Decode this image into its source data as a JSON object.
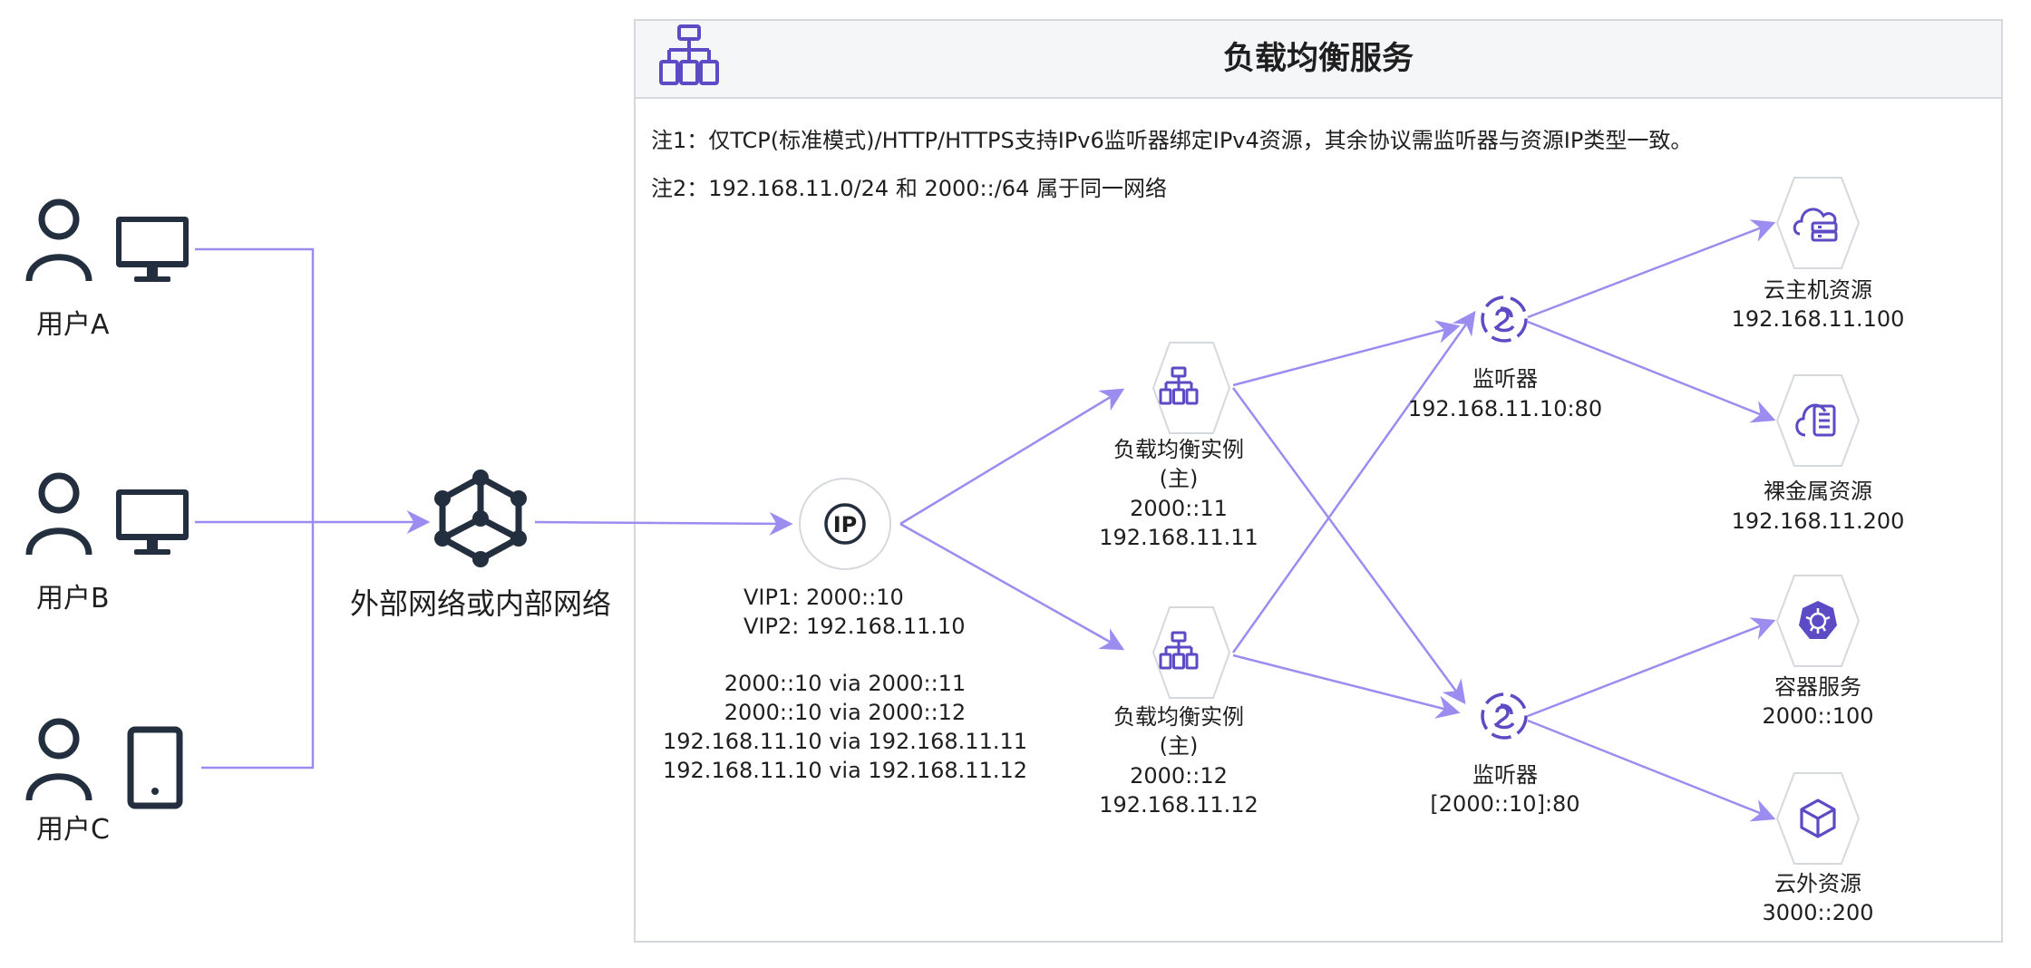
{
  "colors": {
    "accent": "#9b8cf0",
    "icon_dark": "#232f3e",
    "icon_purple": "#5b4bc4",
    "panel_border": "#d5d9de",
    "panel_header_bg": "#f5f6f8"
  },
  "panel": {
    "title": "负载均衡服务",
    "note1": "注1：仅TCP(标准模式)/HTTP/HTTPS支持IPv6监听器绑定IPv4资源，其余协议需监听器与资源IP类型一致。",
    "note2": "注2：192.168.11.0/24 和 2000::/64 属于同一网络"
  },
  "users": [
    {
      "label": "用户A",
      "device": "monitor-icon"
    },
    {
      "label": "用户B",
      "device": "monitor-icon"
    },
    {
      "label": "用户C",
      "device": "tablet-icon"
    }
  ],
  "network": {
    "label": "外部网络或内部网络",
    "icon": "network-cube-icon"
  },
  "vip": {
    "icon_text": "IP",
    "lines": [
      "VIP1: 2000::10",
      "VIP2: 192.168.11.10"
    ],
    "routes": [
      "2000::10 via 2000::11",
      "2000::10 via 2000::12",
      "192.168.11.10 via 192.168.11.11",
      "192.168.11.10 via 192.168.11.12"
    ]
  },
  "lb_instances": [
    {
      "lines": [
        "负载均衡实例",
        "(主)",
        "2000::11",
        "192.168.11.11"
      ]
    },
    {
      "lines": [
        "负载均衡实例",
        "(主)",
        "2000::12",
        "192.168.11.12"
      ]
    }
  ],
  "listeners": [
    {
      "lines": [
        "监听器",
        "192.168.11.10:80"
      ]
    },
    {
      "lines": [
        "监听器",
        "[2000::10]:80"
      ]
    }
  ],
  "resources": [
    {
      "lines": [
        "云主机资源",
        "192.168.11.100"
      ],
      "icon": "cloud-server-icon"
    },
    {
      "lines": [
        "裸金属资源",
        "192.168.11.200"
      ],
      "icon": "bare-metal-icon"
    },
    {
      "lines": [
        "容器服务",
        "2000::100"
      ],
      "icon": "kubernetes-icon"
    },
    {
      "lines": [
        "云外资源",
        "3000::200"
      ],
      "icon": "cube-icon"
    }
  ]
}
